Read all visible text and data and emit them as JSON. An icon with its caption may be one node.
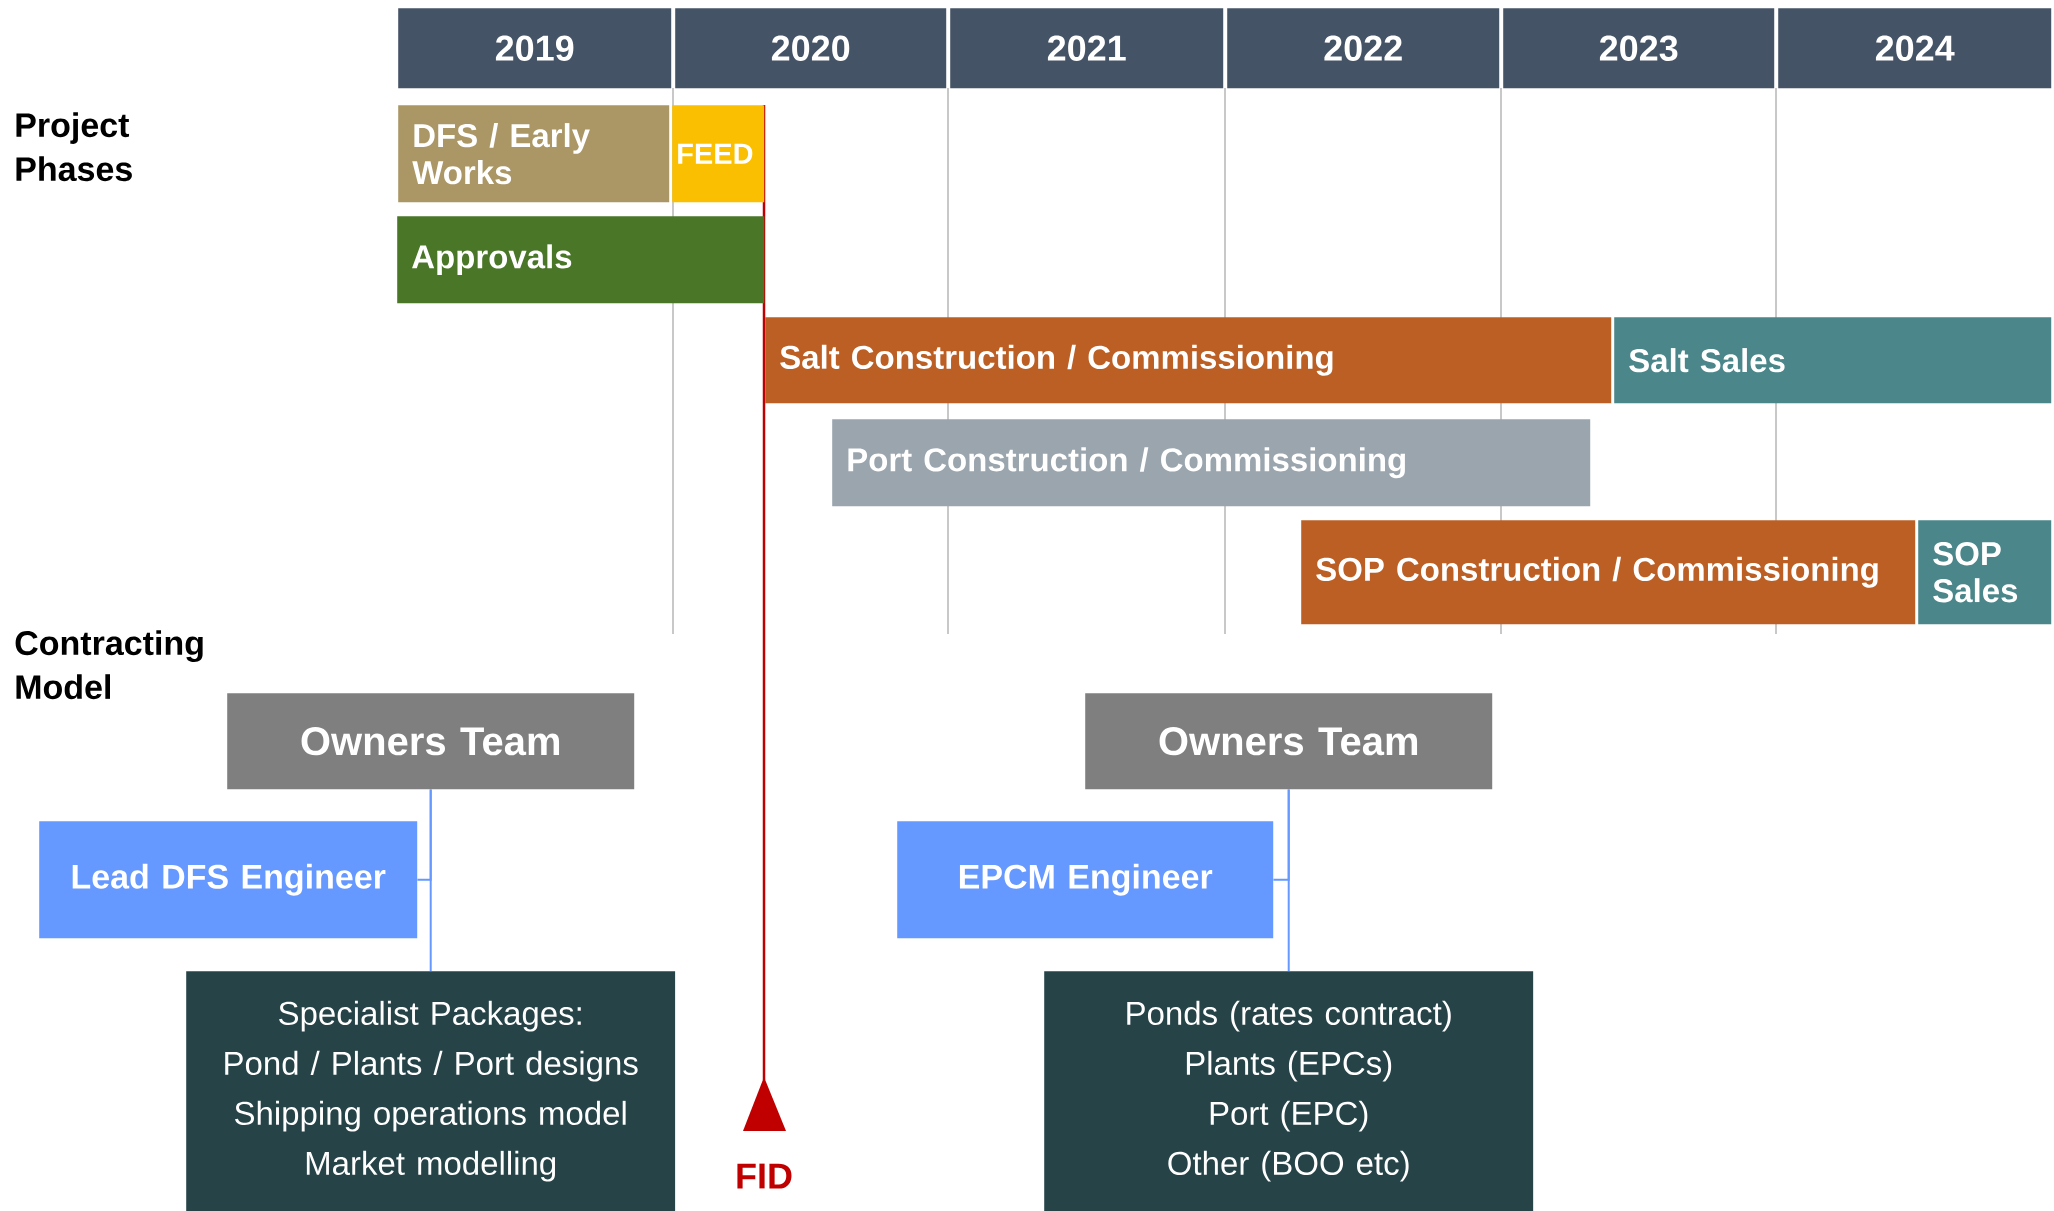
{
  "diagram": {
    "nodes": [
      {
        "text": [
          "2019"
        ]
      },
      {
        "text": [
          "2020"
        ]
      },
      {
        "text": [
          "2021"
        ]
      },
      {
        "text": [
          "2022"
        ]
      },
      {
        "text": [
          "2023"
        ]
      },
      {
        "text": [
          "2024"
        ]
      },
      {
        "text": [
          "DFS / Early Works"
        ]
      },
      {
        "text": [
          "FEED"
        ]
      },
      {
        "text": [
          "Approvals"
        ]
      },
      {
        "text": [
          "Salt Construction / Commissioning"
        ]
      },
      {
        "text": [
          "Salt Sales"
        ]
      },
      {
        "text": [
          "Port Construction / Commissioning"
        ]
      },
      {
        "text": [
          "SOP Construction / Commissioning"
        ]
      },
      {
        "text": [
          "SOP Sales"
        ]
      },
      {
        "text": [
          "Owners Team"
        ]
      },
      {
        "text": [
          "Lead DFS Engineer"
        ]
      },
      {
        "text": [
          "Specialist  Packages:",
          "Pond / Plants / Port  designs",
          "Shipping operations model",
          "Market modelling"
        ]
      },
      {
        "text": [
          "Owners Team"
        ]
      },
      {
        "text": [
          "EPCM Engineer"
        ]
      },
      {
        "text": [
          "Ponds (rates contract)",
          "Plants (EPCs)",
          "Port (EPC)",
          "Other (BOO etc)"
        ]
      }
    ],
    "edges": [
      {
        "from": 14,
        "to": 15,
        "arrow": "none"
      },
      {
        "from": 14,
        "to": 16,
        "arrow": "none"
      },
      {
        "from": 17,
        "to": 18,
        "arrow": "none"
      },
      {
        "from": 17,
        "to": 19,
        "arrow": "none"
      }
    ],
    "labels": [
      "Project Phases",
      "Contracting Model",
      "FID"
    ]
  }
}
